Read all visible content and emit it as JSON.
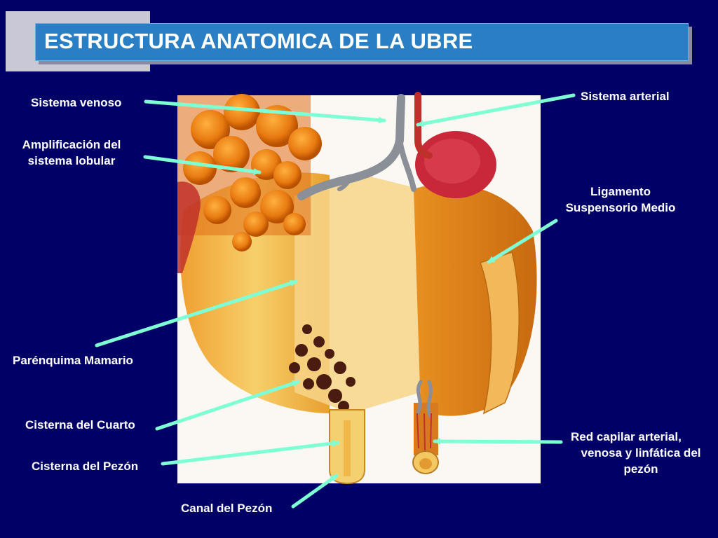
{
  "title": "ESTRUCTURA ANATOMICA DE LA UBRE",
  "labels": {
    "sistema_venoso": "Sistema venoso",
    "sistema_arterial": "Sistema arterial",
    "amplificacion_line1": "Amplificación del",
    "amplificacion_line2": "sistema lobular",
    "ligamento_line1": "Ligamento",
    "ligamento_line2": "Suspensorio Medio",
    "parenquima": "Parénquima Mamario",
    "cisterna_cuarto": "Cisterna del Cuarto",
    "cisterna_pezon": "Cisterna del Pezón",
    "canal_pezon": "Canal del Pezón",
    "red_capilar_line1": "Red capilar arterial,",
    "red_capilar_line2": "venosa y linfática del",
    "red_capilar_line3": "pezón"
  },
  "colors": {
    "background": "#000066",
    "title_bar": "#2a7fc4",
    "arrow": "#7fffd4",
    "label_text": "#ffffff"
  }
}
